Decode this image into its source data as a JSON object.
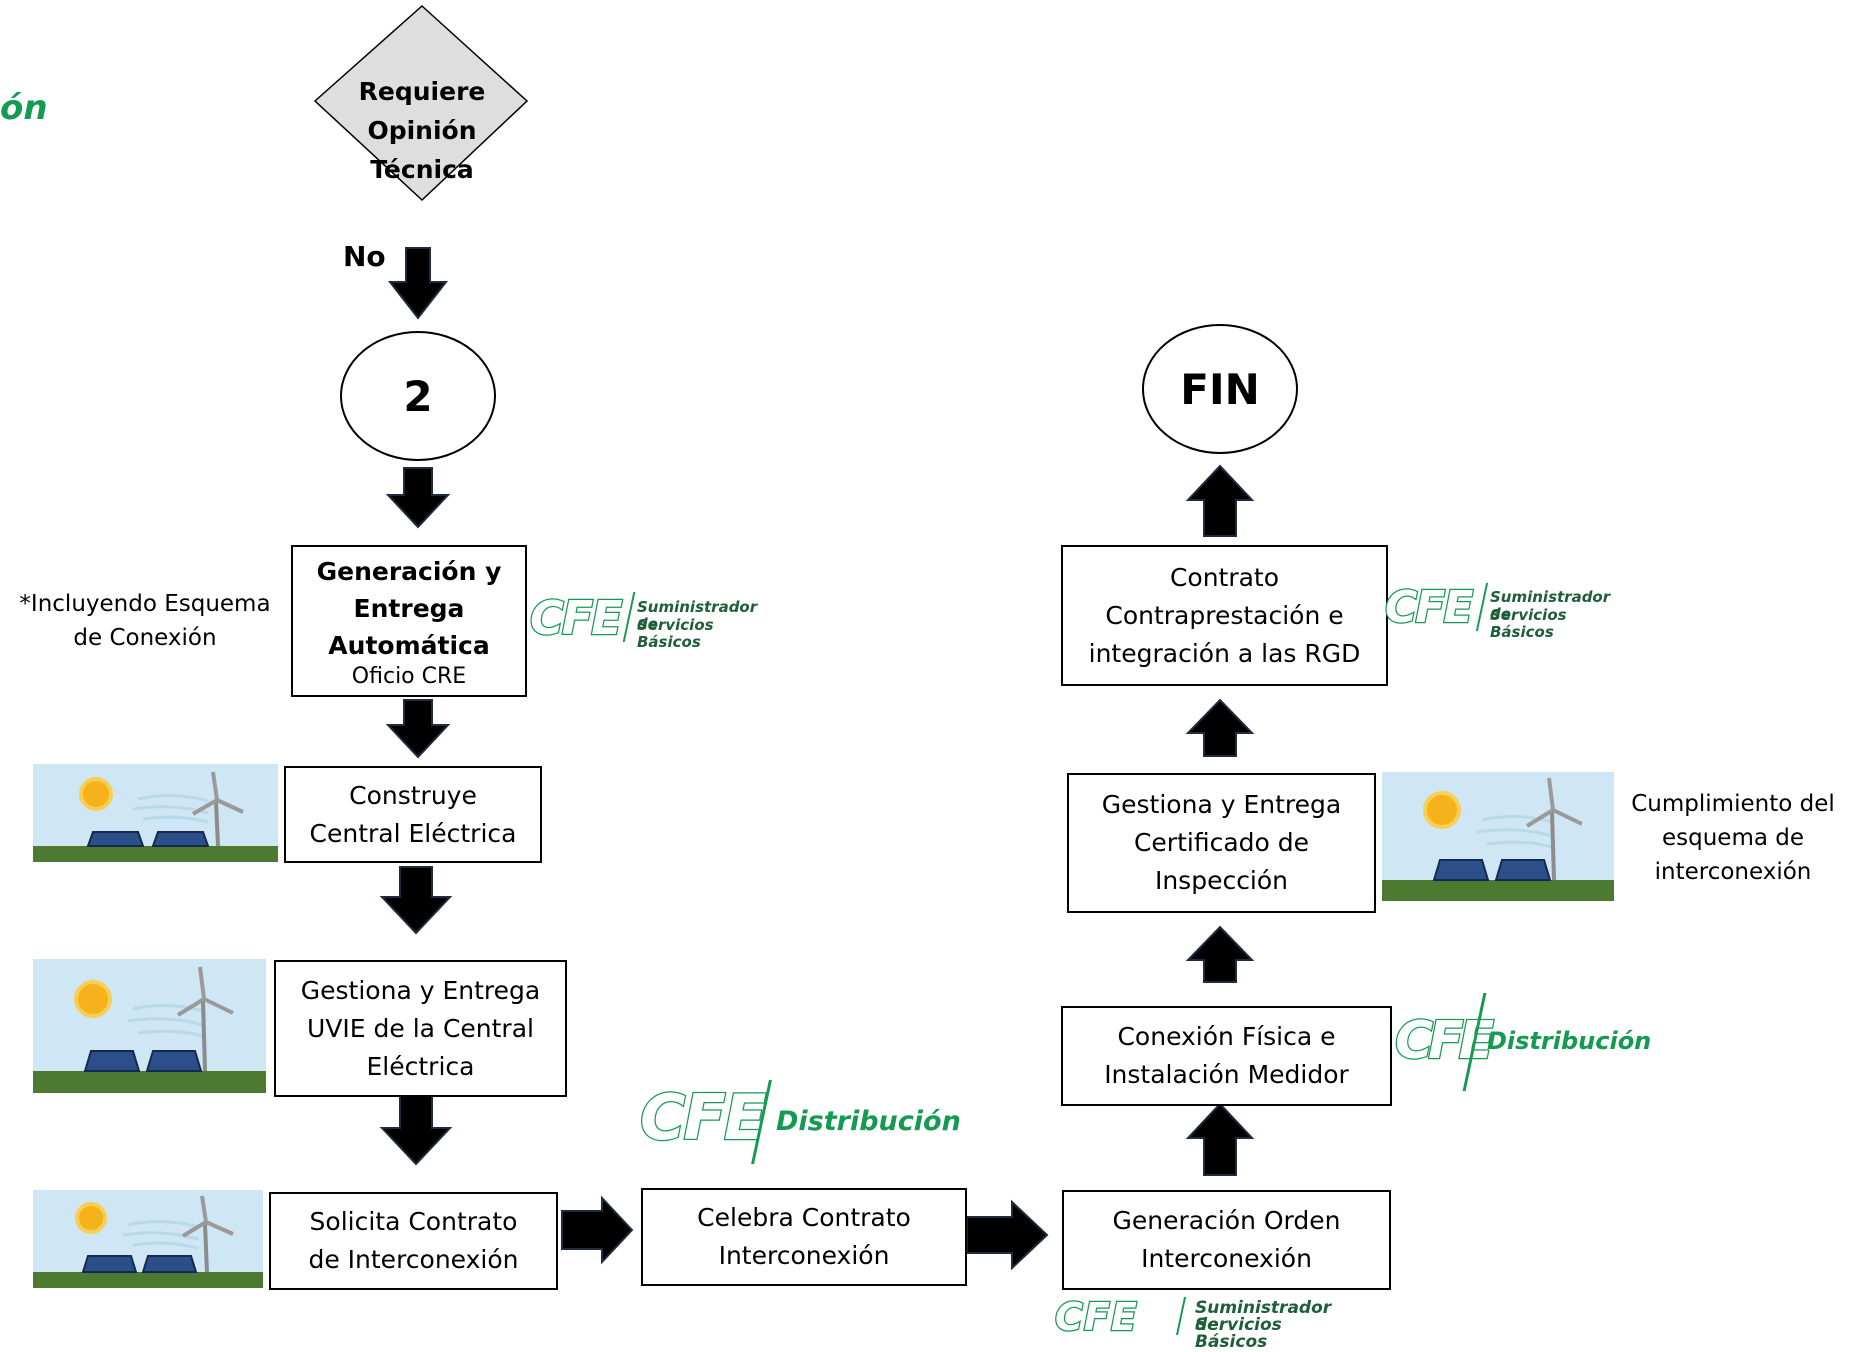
{
  "decision": {
    "label": [
      "Requiere",
      "Opinión",
      "Técnica"
    ],
    "branch_label": "No"
  },
  "connectors": {
    "two": "2",
    "end": "FIN"
  },
  "steps": {
    "generacion": {
      "title_lines": [
        "Generación y",
        "Entrega",
        "Automática"
      ],
      "subtitle": "Oficio CRE"
    },
    "construye": {
      "lines": [
        "Construye",
        "Central Eléctrica"
      ]
    },
    "uvie": {
      "lines": [
        "Gestiona y Entrega",
        "UVIE de la Central",
        "Eléctrica"
      ]
    },
    "solicita": {
      "lines": [
        "Solicita Contrato",
        "de Interconexión"
      ]
    },
    "celebra": {
      "lines": [
        "Celebra Contrato",
        "Interconexión"
      ]
    },
    "orden": {
      "lines": [
        "Generación Orden",
        "Interconexión"
      ]
    },
    "conexion": {
      "lines": [
        "Conexión Física e",
        "Instalación Medidor"
      ]
    },
    "certificado": {
      "lines": [
        "Gestiona y Entrega",
        "Certificado de",
        "Inspección"
      ]
    },
    "contrato": {
      "lines": [
        "Contrato",
        "Contraprestación e",
        "integración a las RGD"
      ]
    }
  },
  "notes": {
    "esquema": [
      "*Incluyendo Esquema",
      "de Conexión"
    ],
    "cumplimiento": [
      "Cumplimiento del",
      "esquema de",
      "interconexión"
    ]
  },
  "logos": {
    "cfe": "CFE",
    "ssb_line1": "Suministrador de",
    "ssb_line2": "Servicios Básicos",
    "distribucion": "Distribución",
    "cropped_fragment": "ón"
  },
  "colors": {
    "cfe_green": "#159a52",
    "diamond_fill": "#dedede",
    "sky": "#cfe6f4",
    "grass": "#4d7a31",
    "sun": "#f5b21b",
    "panel": "#2c4f8a"
  },
  "icons": {
    "arrow": "block-arrow",
    "scene": "solar-panels-wind-turbine-icon"
  }
}
